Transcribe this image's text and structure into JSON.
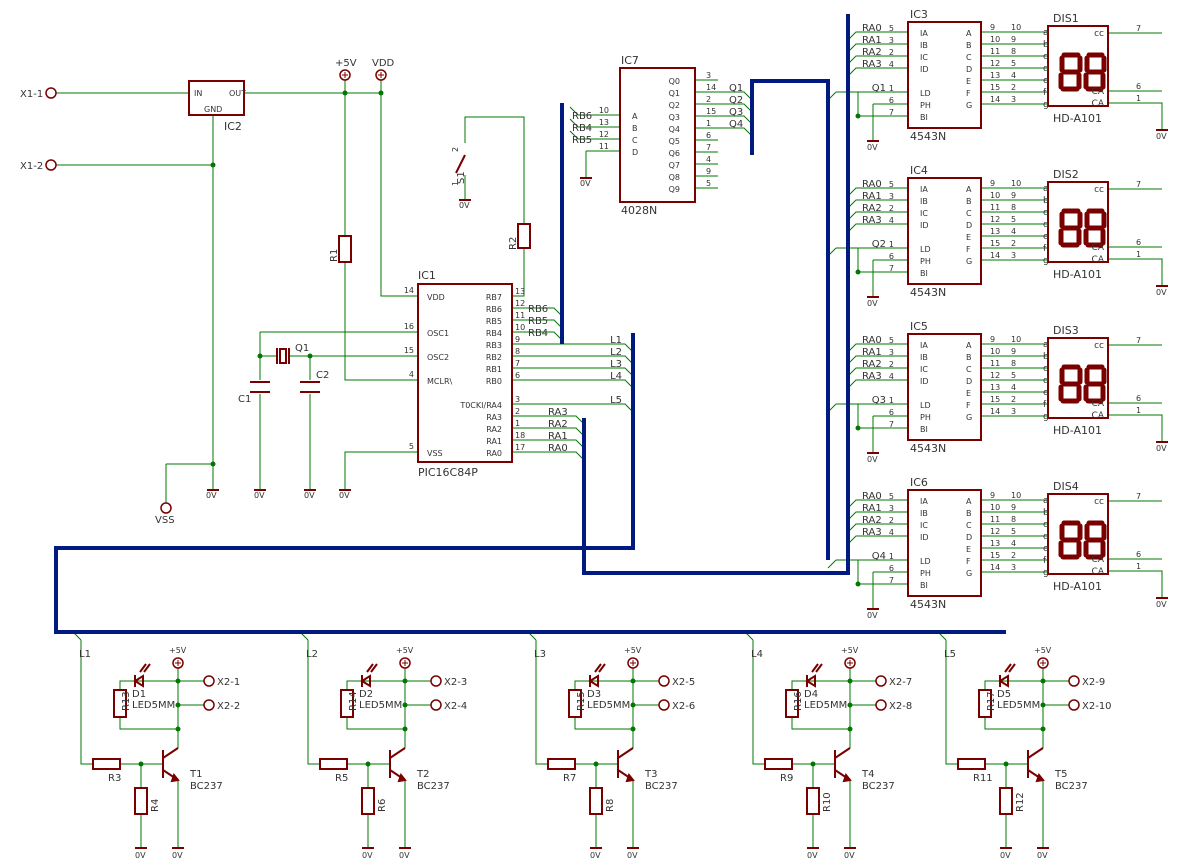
{
  "colors": {
    "wire": "#007700",
    "part": "#7a0000",
    "bus": "#001a80",
    "text": "#333333",
    "background": "#ffffff"
  },
  "power": {
    "x1_1": "X1-1",
    "x1_2": "X1-2",
    "vss": "VSS",
    "plus5v": "+5V",
    "vdd": "VDD",
    "zero": "0V",
    "zero_labels": [
      "0V",
      "0V",
      "0V",
      "0V",
      "0V",
      "0V",
      "0V",
      "0V",
      "0V",
      "0V"
    ]
  },
  "ic2": {
    "name": "IC2",
    "pins": [
      "IN",
      "OUT",
      "GND"
    ]
  },
  "ic1": {
    "name": "IC1",
    "type": "PIC16C84P",
    "left_pins": [
      {
        "num": "14",
        "label": "VDD"
      },
      {
        "num": "16",
        "label": "OSC1"
      },
      {
        "num": "15",
        "label": "OSC2"
      },
      {
        "num": "4",
        "label": "MCLR\\"
      },
      {
        "num": "5",
        "label": "VSS"
      }
    ],
    "right_pins": [
      {
        "num": "13",
        "label": "RB7"
      },
      {
        "num": "12",
        "label": "RB6"
      },
      {
        "num": "11",
        "label": "RB5"
      },
      {
        "num": "10",
        "label": "RB4"
      },
      {
        "num": "9",
        "label": "RB3"
      },
      {
        "num": "8",
        "label": "RB2"
      },
      {
        "num": "7",
        "label": "RB1"
      },
      {
        "num": "6",
        "label": "RB0"
      },
      {
        "num": "3",
        "label": "T0CKI/RA4"
      },
      {
        "num": "2",
        "label": "RA3"
      },
      {
        "num": "1",
        "label": "RA2"
      },
      {
        "num": "18",
        "label": "RA1"
      },
      {
        "num": "17",
        "label": "RA0"
      }
    ],
    "right_nets": [
      "RB6",
      "RB5",
      "RB4"
    ],
    "l_nets": [
      "L1",
      "L2",
      "L3",
      "L4",
      "L5"
    ],
    "ra_nets": [
      "RA3",
      "RA2",
      "RA1",
      "RA0"
    ]
  },
  "passives": {
    "r1": "R1",
    "r2": "R2",
    "c1": "C1",
    "c2": "C2",
    "q1": "Q1",
    "s1": "S1",
    "s1_pins": [
      "1",
      "2"
    ]
  },
  "ic7": {
    "name": "IC7",
    "type": "4028N",
    "left_pins": [
      {
        "net": "RB6",
        "num": "10",
        "label": "A"
      },
      {
        "net": "RB4",
        "num": "13",
        "label": "B"
      },
      {
        "net": "RB5",
        "num": "12",
        "label": "C"
      },
      {
        "net": "",
        "num": "11",
        "label": "D"
      }
    ],
    "right_pins": [
      {
        "label": "Q0",
        "num": "3",
        "net": ""
      },
      {
        "label": "Q1",
        "num": "14",
        "net": "Q1"
      },
      {
        "label": "Q2",
        "num": "2",
        "net": "Q2"
      },
      {
        "label": "Q3",
        "num": "15",
        "net": "Q3"
      },
      {
        "label": "Q4",
        "num": "1",
        "net": "Q4"
      },
      {
        "label": "Q5",
        "num": "6",
        "net": ""
      },
      {
        "label": "Q6",
        "num": "7",
        "net": ""
      },
      {
        "label": "Q7",
        "num": "4",
        "net": ""
      },
      {
        "label": "Q8",
        "num": "9",
        "net": ""
      },
      {
        "label": "Q9",
        "num": "5",
        "net": ""
      }
    ]
  },
  "decoders": [
    {
      "name": "IC3",
      "type": "4543N",
      "q": "Q1",
      "display": "DIS1"
    },
    {
      "name": "IC4",
      "type": "4543N",
      "q": "Q2",
      "display": "DIS2"
    },
    {
      "name": "IC5",
      "type": "4543N",
      "q": "Q3",
      "display": "DIS3"
    },
    {
      "name": "IC6",
      "type": "4543N",
      "q": "Q4",
      "display": "DIS4"
    }
  ],
  "decoder_pins": {
    "in_nets": [
      "RA0",
      "RA1",
      "RA2",
      "RA3"
    ],
    "in_nums": [
      "5",
      "3",
      "2",
      "4"
    ],
    "in_labels": [
      "IA",
      "IB",
      "IC",
      "ID"
    ],
    "ld": {
      "num": "1",
      "label": "LD"
    },
    "ph": {
      "num": "6",
      "label": "PH"
    },
    "bi": {
      "num": "7",
      "label": "BI"
    },
    "out_labels": [
      "A",
      "B",
      "C",
      "D",
      "E",
      "F",
      "G"
    ],
    "out_nums": [
      "9",
      "10",
      "11",
      "12",
      "13",
      "15",
      "14"
    ],
    "disp_nums": [
      "10",
      "9",
      "8",
      "5",
      "4",
      "2",
      "3"
    ],
    "seg_letters": [
      "a",
      "b",
      "c",
      "d",
      "e",
      "f",
      "g"
    ],
    "pin7": "7",
    "pin6": "6",
    "pin1": "1",
    "cc": "cc",
    "ca1": "CA",
    "ca2": "CA",
    "disp_type": "HD-A101"
  },
  "drivers": [
    {
      "net": "L1",
      "led": "D1",
      "led_type": "LED5MM",
      "r_led": "R13",
      "r_base": "R3",
      "r_pull": "R4",
      "transistor": "T1",
      "t_type": "BC237",
      "con_a": "X2-1",
      "con_b": "X2-2"
    },
    {
      "net": "L2",
      "led": "D2",
      "led_type": "LED5MM",
      "r_led": "R14",
      "r_base": "R5",
      "r_pull": "R6",
      "transistor": "T2",
      "t_type": "BC237",
      "con_a": "X2-3",
      "con_b": "X2-4"
    },
    {
      "net": "L3",
      "led": "D3",
      "led_type": "LED5MM",
      "r_led": "R15",
      "r_base": "R7",
      "r_pull": "R8",
      "transistor": "T3",
      "t_type": "BC237",
      "con_a": "X2-5",
      "con_b": "X2-6"
    },
    {
      "net": "L4",
      "led": "D4",
      "led_type": "LED5MM",
      "r_led": "R16",
      "r_base": "R9",
      "r_pull": "R10",
      "transistor": "T4",
      "t_type": "BC237",
      "con_a": "X2-7",
      "con_b": "X2-8"
    },
    {
      "net": "L5",
      "led": "D5",
      "led_type": "LED5MM",
      "r_led": "R17",
      "r_base": "R11",
      "r_pull": "R12",
      "transistor": "T5",
      "t_type": "BC237",
      "con_a": "X2-9",
      "con_b": "X2-10"
    }
  ]
}
